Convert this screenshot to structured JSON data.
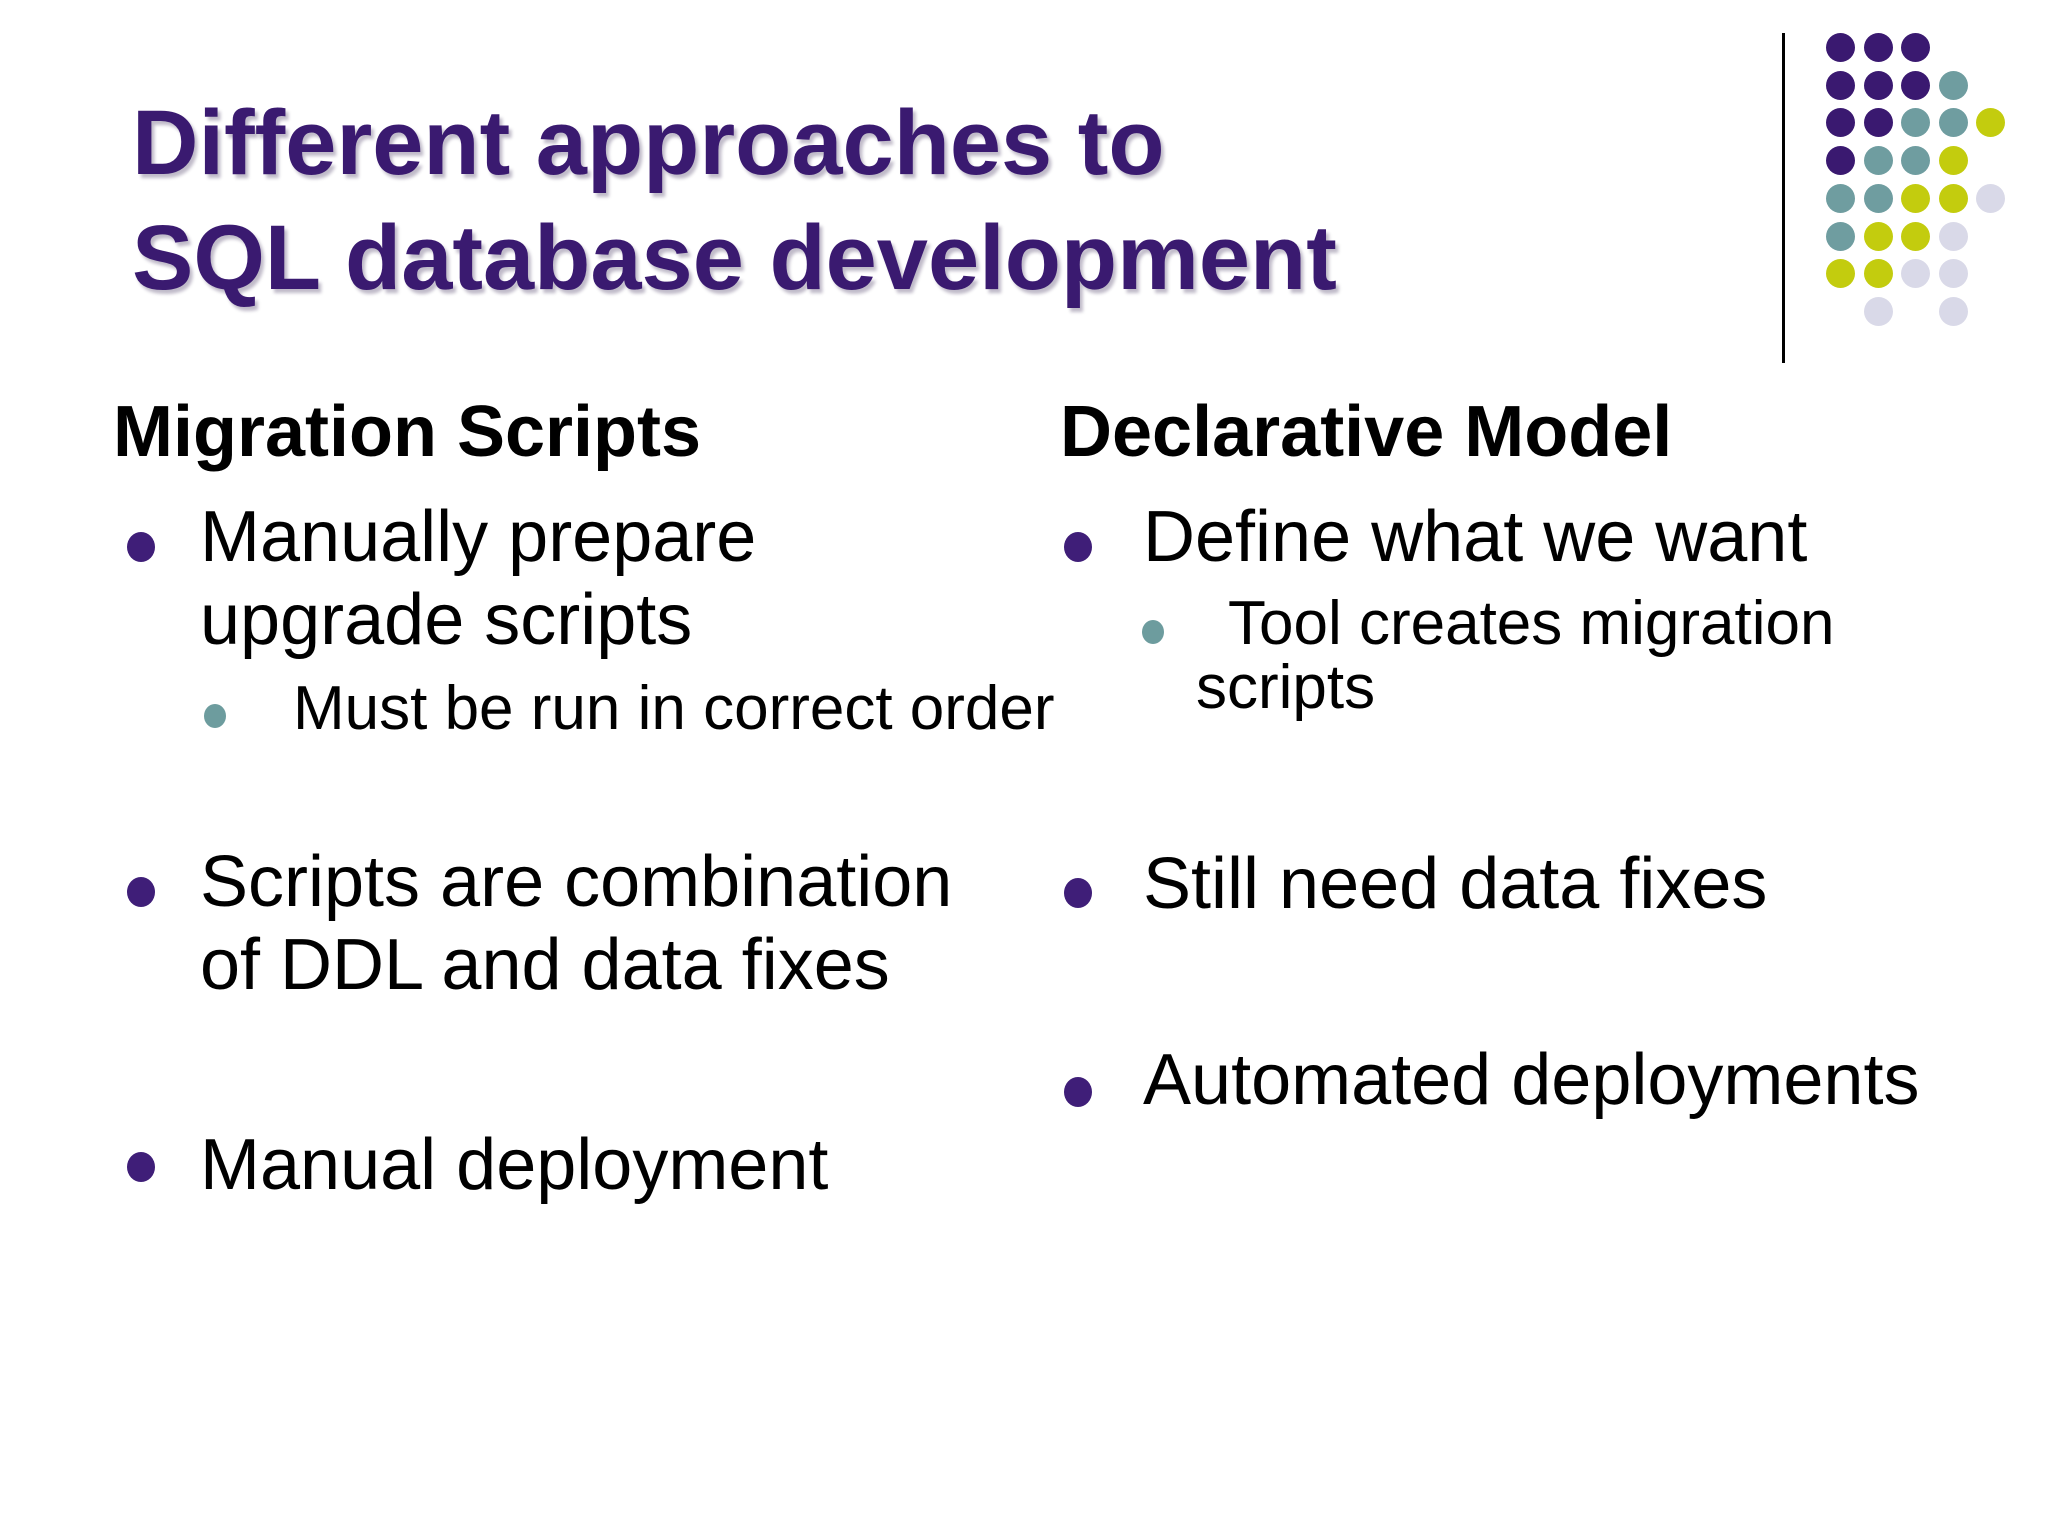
{
  "slide": {
    "title": "Different approaches to\nSQL database development",
    "left": {
      "heading": "Migration Scripts",
      "item1": "Manually prepare\nupgrade scripts",
      "item2": "Must be run in correct order",
      "item3": "Scripts are combination\nof DDL and data fixes",
      "item4": "Manual deployment"
    },
    "right": {
      "heading": "Declarative Model",
      "item1": "Define what we want",
      "item2": "Tool creates migration\nscripts",
      "item3": "Still need data fixes",
      "item4": "Automated deployments"
    },
    "colors": {
      "background": "#FFFFFF",
      "text": "#000000",
      "title": "#3A1A70",
      "bullet_l1": "#3F1E78",
      "bullet_l2": "#6D9C9E",
      "divider": "#000000"
    },
    "decor": {
      "dot_grid": {
        "size": 29,
        "col_centers": [
          1840,
          1878,
          1915,
          1953,
          1990
        ],
        "row_centers": [
          47,
          85,
          122,
          160,
          198,
          236,
          273,
          311
        ],
        "palette": {
          "P": "#3A1970",
          "T": "#6F9DA0",
          "Y": "#C3CC0E",
          "L": "#D9D9E8"
        },
        "pattern": [
          "PPP..",
          "PPPT.",
          "PPTTY",
          "PTTY.",
          "TTYYL",
          "TYYL.",
          "YYLL.",
          ".L.L."
        ]
      }
    }
  }
}
